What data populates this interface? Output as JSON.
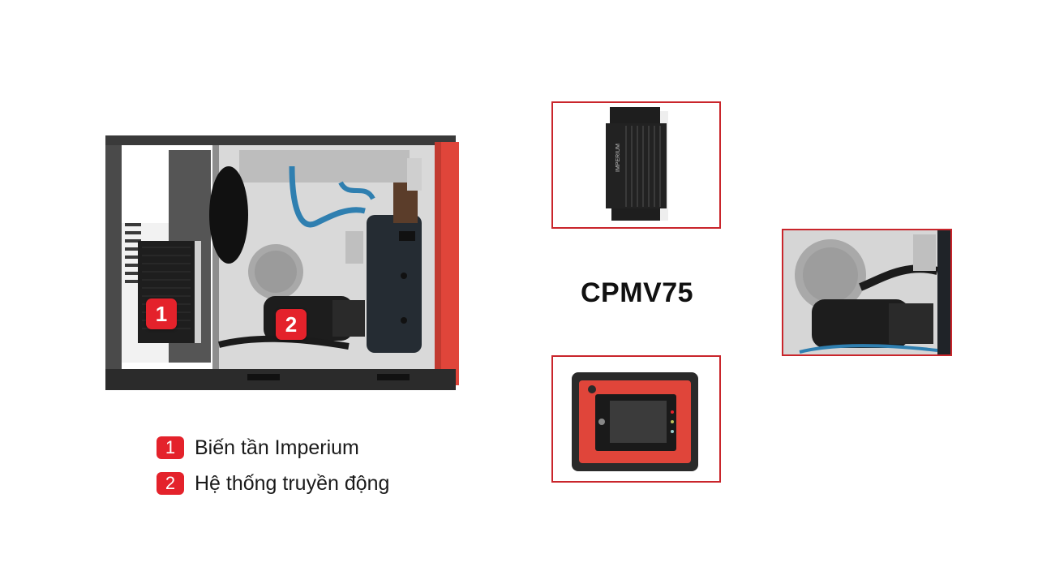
{
  "model_name": "CPMV75",
  "badges": [
    {
      "number": "1"
    },
    {
      "number": "2"
    }
  ],
  "legend": [
    {
      "number": "1",
      "label": "Biến tần Imperium"
    },
    {
      "number": "2",
      "label": "Hệ thống truyền động"
    }
  ],
  "inverter_brand": "IMPERIUM",
  "colors": {
    "accent_red": "#e4222b",
    "frame_border": "#c9252b",
    "cabinet_dark": "#2b2b2b",
    "panel_red": "#e0453a",
    "hose_blue": "#2f7fb0"
  }
}
